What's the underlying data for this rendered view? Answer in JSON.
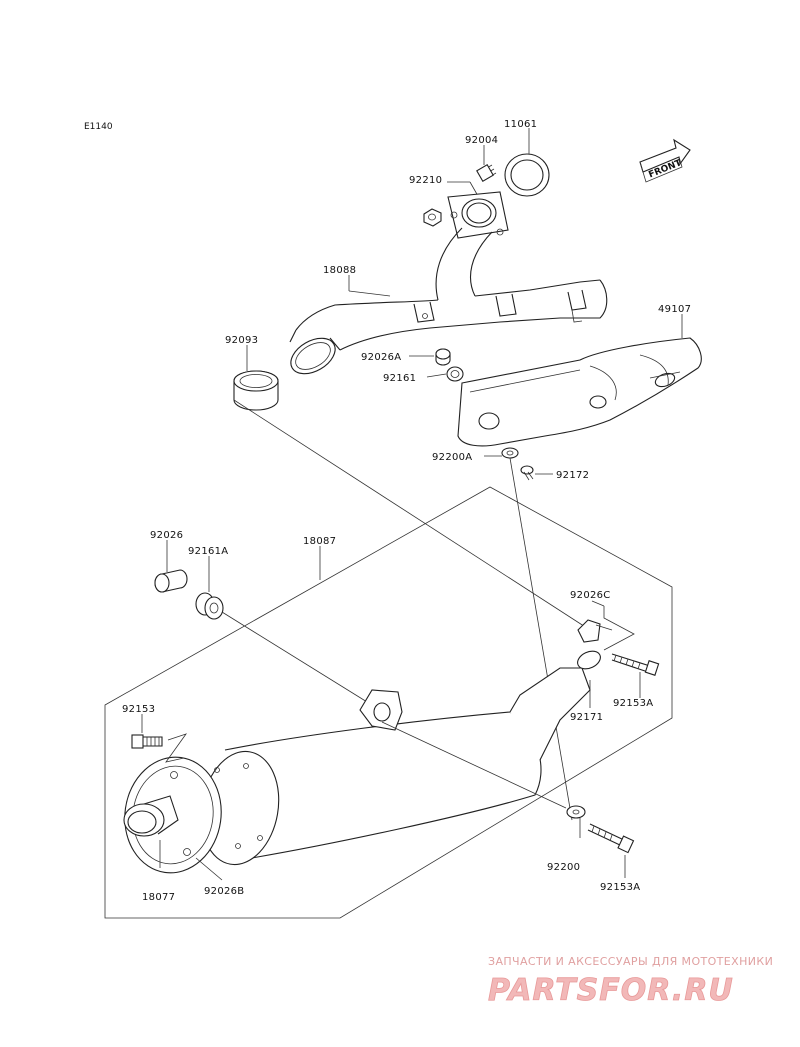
{
  "diagram_code": "E1140",
  "front_label": "FRONT",
  "parts": {
    "p11061": "11061",
    "p92004": "92004",
    "p92210": "92210",
    "p18088": "18088",
    "p49107": "49107",
    "p92093": "92093",
    "p92026A": "92026A",
    "p92161": "92161",
    "p92200A": "92200A",
    "p92172": "92172",
    "p92026": "92026",
    "p92161A": "92161A",
    "p18087": "18087",
    "p92026C": "92026C",
    "p92153A_upper": "92153A",
    "p92171": "92171",
    "p92153": "92153",
    "p92200": "92200",
    "p92153A_lower": "92153A",
    "p18077": "18077",
    "p92026B": "92026B"
  },
  "watermark": {
    "caption": "ЗАПЧАСТИ И АКСЕССУАРЫ ДЛЯ МОТОТЕХНИКИ",
    "logo": "PARTSFOR.RU"
  }
}
